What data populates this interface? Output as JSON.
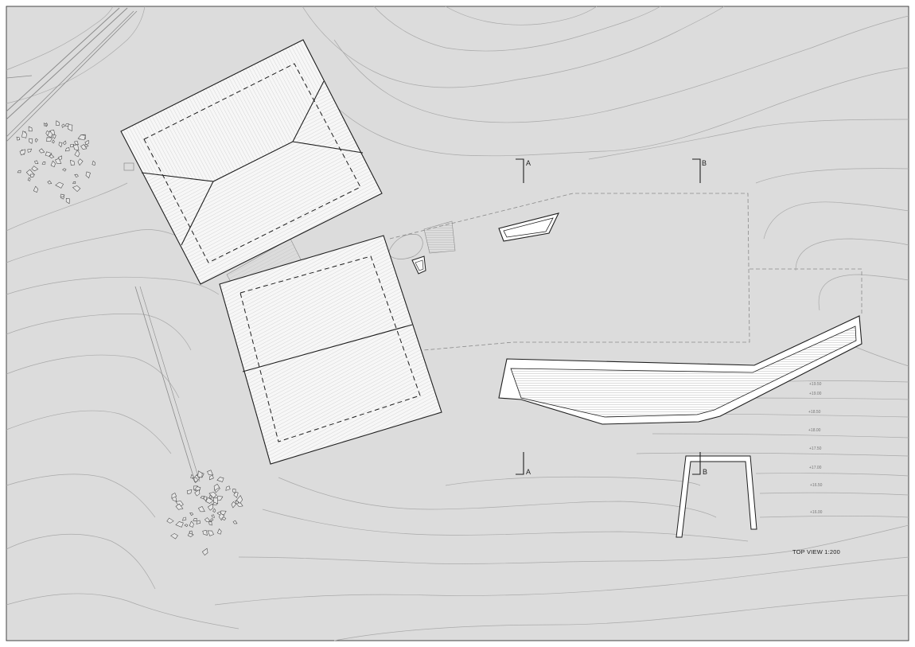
{
  "drawing": {
    "title": "TOP VIEW 1:200",
    "section_markers": [
      "A",
      "B",
      "A",
      "B"
    ],
    "elevations": [
      "+19.50",
      "+19.00",
      "+18.50",
      "+18.00",
      "+17.50",
      "+17.00",
      "+16.50",
      "+16.00"
    ]
  },
  "colors": {
    "paper": "#ffffff",
    "ground": "#dcdcdc",
    "roof": "#f7f7f7",
    "ink": "#1e1e1e",
    "contour": "#a9a9a9"
  }
}
